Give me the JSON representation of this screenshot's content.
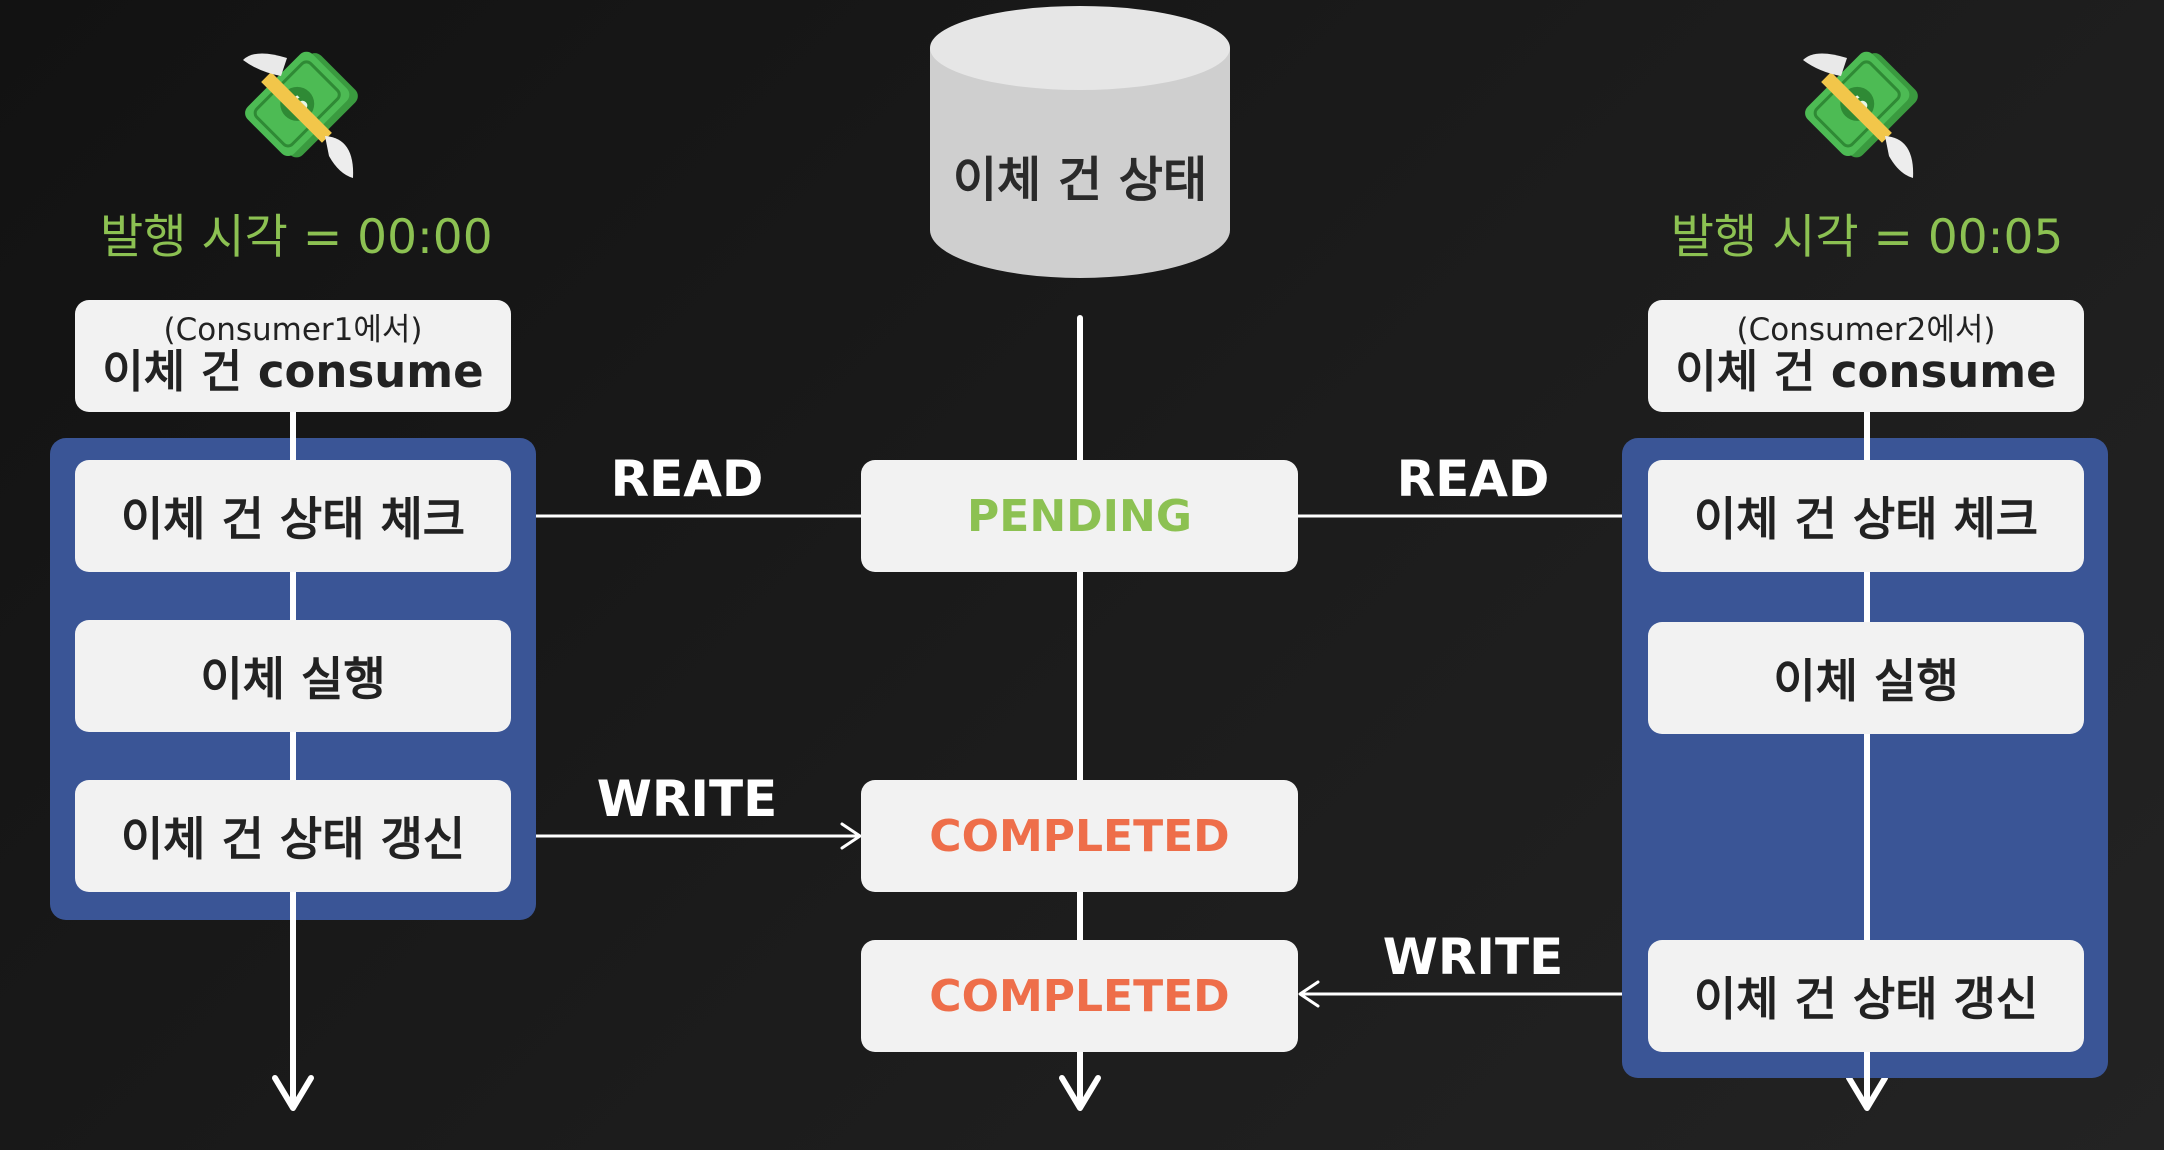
{
  "colors": {
    "background": "#151515",
    "panel": "#3a5596",
    "box": "#f2f2f2",
    "pending": "#8cc152",
    "completed": "#ee6e4a",
    "time": "#8cc152",
    "arrow": "#ffffff"
  },
  "icons": [
    "flying-money-icon"
  ],
  "database": {
    "label": "이체 건 상태"
  },
  "left": {
    "issued_time": "발행 시각 = 00:00",
    "consume_sub": "(Consumer1에서)",
    "consume_main": "이체 건 consume",
    "check": "이체 건 상태 체크",
    "execute": "이체 실행",
    "update": "이체 건 상태 갱신"
  },
  "right": {
    "issued_time": "발행 시각 = 00:05",
    "consume_sub": "(Consumer2에서)",
    "consume_main": "이체 건 consume",
    "check": "이체 건 상태 체크",
    "execute": "이체 실행",
    "update": "이체 건 상태 갱신"
  },
  "center": {
    "pending": "PENDING",
    "completed_1": "COMPLETED",
    "completed_2": "COMPLETED"
  },
  "edges": {
    "read_left": "READ",
    "read_right": "READ",
    "write_left": "WRITE",
    "write_right": "WRITE"
  }
}
